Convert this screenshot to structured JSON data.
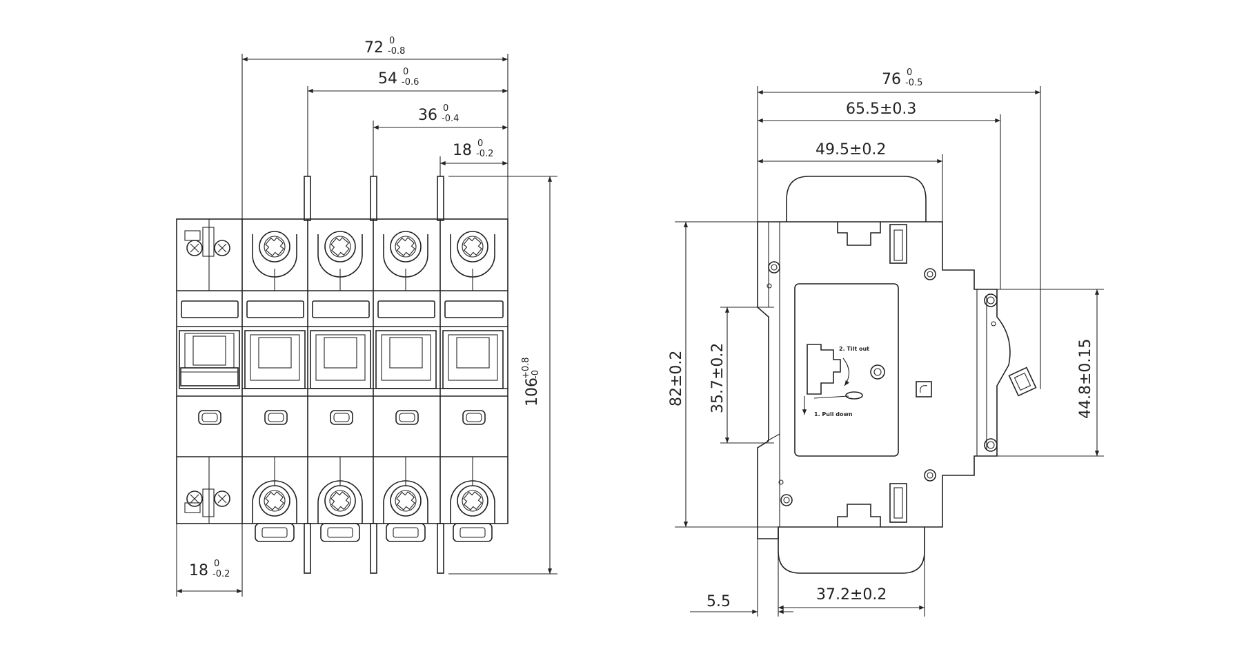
{
  "front_view": {
    "dim_72": {
      "main": "72",
      "upper": "0",
      "lower": "-0.8"
    },
    "dim_54": {
      "main": "54",
      "upper": "0",
      "lower": "-0.6"
    },
    "dim_36": {
      "main": "36",
      "upper": "0",
      "lower": "-0.4"
    },
    "dim_18_top": {
      "main": "18",
      "upper": "0",
      "lower": "-0.2"
    },
    "dim_18_bottom": {
      "main": "18",
      "upper": "0",
      "lower": "-0.2"
    },
    "dim_106": {
      "main": "106",
      "upper": "+0.8",
      "lower": "-0"
    }
  },
  "side_view": {
    "dim_76": {
      "main": "76",
      "upper": "0",
      "lower": "-0.5"
    },
    "dim_65_5": "65.5±0.3",
    "dim_49_5": "49.5±0.2",
    "dim_82": "82±0.2",
    "dim_35_7": "35.7±0.2",
    "dim_44_8": "44.8±0.15",
    "dim_37_2": "37.2±0.2",
    "dim_5_5": "5.5",
    "instruction_tilt": "2. Tilt out",
    "instruction_pull": "1. Pull down"
  }
}
